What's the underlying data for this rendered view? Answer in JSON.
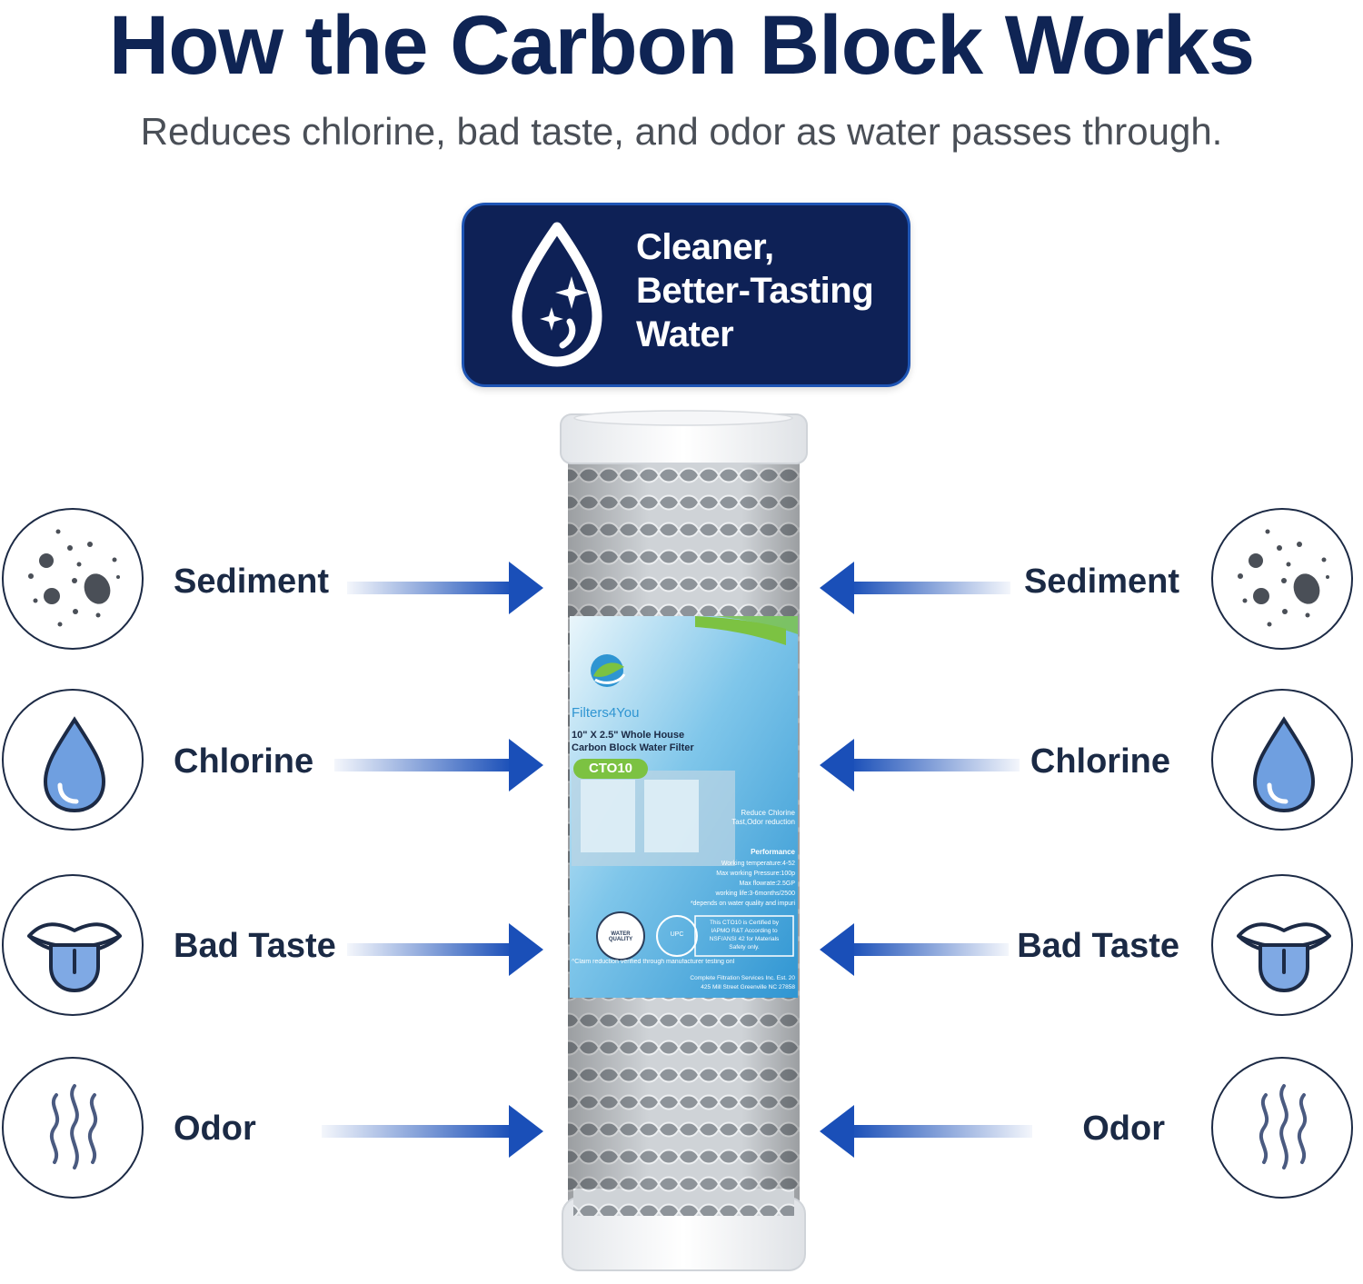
{
  "header": {
    "title": "How the Carbon Block Works",
    "subtitle": "Reduces chlorine, bad taste, and odor as water passes through."
  },
  "badge": {
    "icon": "water-drop-sparkle-icon",
    "lines": [
      "Cleaner,",
      "Better-Tasting",
      "Water"
    ]
  },
  "contaminants_left": [
    {
      "label": "Sediment",
      "icon": "sediment-particles-icon"
    },
    {
      "label": "Chlorine",
      "icon": "water-drop-icon"
    },
    {
      "label": "Bad Taste",
      "icon": "tongue-icon"
    },
    {
      "label": "Odor",
      "icon": "odor-waves-icon"
    }
  ],
  "contaminants_right": [
    {
      "label": "Sediment",
      "icon": "sediment-particles-icon"
    },
    {
      "label": "Chlorine",
      "icon": "water-drop-icon"
    },
    {
      "label": "Bad Taste",
      "icon": "tongue-icon"
    },
    {
      "label": "Odor",
      "icon": "odor-waves-icon"
    }
  ],
  "product_label": {
    "brand": "Filters4You",
    "product_line1": "10\" X 2.5\" Whole House",
    "product_line2": "Carbon Block Water Filter",
    "model": "CTO10",
    "claim1": "Reduce Chlorine",
    "claim2": "Tast,Odor reduction",
    "performance_title": "Performance",
    "spec1": "Working temperature:4-52",
    "spec2": "Max working Pressure:100p",
    "spec3": "Max flowrate:2.5GP",
    "spec4": "working life:3-6months/2500",
    "spec5": "*depends on water quality and impuri",
    "seal": "WATER QUALITY",
    "upc": "UPC",
    "cert1": "This CTO10 is Certified by",
    "cert2": "IAPMO R&T According to",
    "cert3": "NSF/ANSI 42 for Materials",
    "cert4": "Safety only.",
    "footnote": "^Claim reduction verified through manufacturer testing onl",
    "company1": "Complete Filtration Services Inc. Est. 20",
    "company2": "425 Mill Street Greenville NC 27858"
  },
  "colors": {
    "title": "#0f2454",
    "badge_bg": "#0e2156",
    "arrow": "#1a4fb8",
    "label_blue": "#3ba6dc",
    "label_green": "#7cc242",
    "drop_fill": "#6f9fe0"
  }
}
